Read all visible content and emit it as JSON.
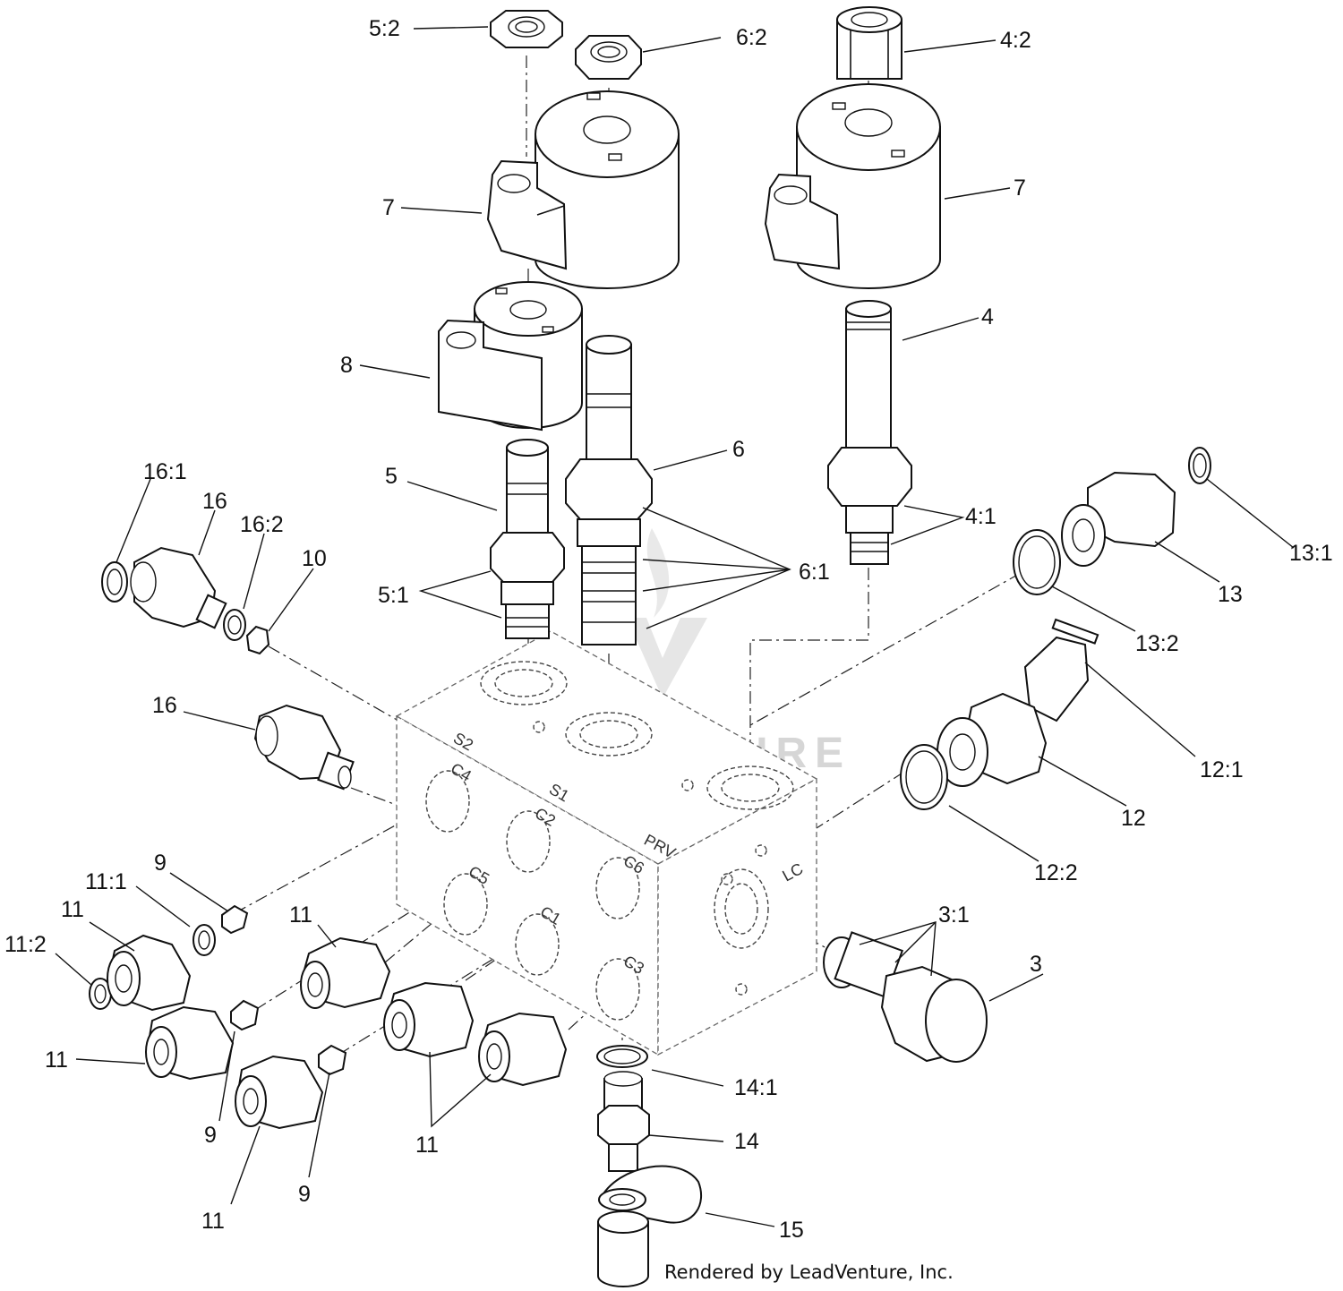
{
  "credit": "Rendered by LeadVenture, Inc.",
  "watermark": "LEADVENTURE",
  "block_ports": {
    "S2": "S2",
    "S1": "S1",
    "C4": "C4",
    "C2": "C2",
    "C5": "C5",
    "C6": "C6",
    "C1": "C1",
    "C3": "C3",
    "PRV": "PRV",
    "LC": "LC"
  },
  "callouts": {
    "c5_2": "5:2",
    "c6_2": "6:2",
    "c4_2": "4:2",
    "c7a": "7",
    "c7b": "7",
    "c8": "8",
    "c4": "4",
    "c6": "6",
    "c5": "5",
    "c16_1": "16:1",
    "c16a": "16",
    "c16_2": "16:2",
    "c10": "10",
    "c5_1": "5:1",
    "c6_1": "6:1",
    "c4_1": "4:1",
    "c13_1": "13:1",
    "c13": "13",
    "c13_2": "13:2",
    "c16b": "16",
    "c12_1": "12:1",
    "c12": "12",
    "c12_2": "12:2",
    "c9a": "9",
    "c11_1": "11:1",
    "c11a": "11",
    "c11_2": "11:2",
    "c11b": "11",
    "c3_1": "3:1",
    "c3": "3",
    "c11c": "11",
    "c9b": "9",
    "c14_1": "14:1",
    "c14": "14",
    "c11d": "11",
    "c9c": "9",
    "c11e": "11",
    "c15": "15"
  },
  "colors": {
    "ink": "#111111",
    "watermark": "#d6d6d6",
    "background": "#ffffff"
  }
}
